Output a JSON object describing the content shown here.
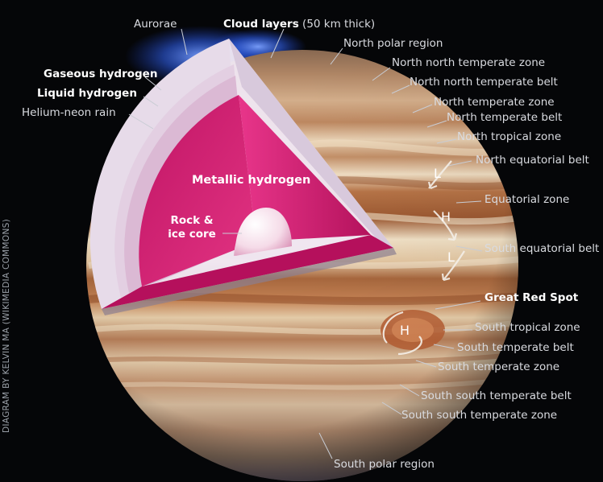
{
  "labels": {
    "aurorae": "Aurorae",
    "cloud_layers_bold": "Cloud layers",
    "cloud_layers_rest": " (50 km thick)",
    "gaseous_hydrogen": "Gaseous hydrogen",
    "liquid_hydrogen": "Liquid hydrogen",
    "helium_neon_rain": "Helium-neon rain",
    "metallic_hydrogen": "Metallic hydrogen",
    "core_line1": "Rock &",
    "core_line2": "ice core",
    "north_polar_region": "North polar region",
    "nn_temperate_zone": "North north temperate zone",
    "nn_temperate_belt": "North north temperate belt",
    "n_temperate_zone": "North temperate zone",
    "n_temperate_belt": "North temperate belt",
    "n_tropical_zone": "North tropical zone",
    "n_equatorial_belt": "North equatorial belt",
    "equatorial_zone": "Equatorial zone",
    "s_equatorial_belt": "South equatorial belt",
    "great_red_spot": "Great Red Spot",
    "s_tropical_zone": "South tropical zone",
    "s_temperate_belt": "South temperate belt",
    "s_temperate_zone": "South temperate zone",
    "ss_temperate_belt": "South south temperate belt",
    "ss_temperate_zone": "South south temperate zone",
    "south_polar_region": "South polar region"
  },
  "wind_markers": {
    "l1": "L",
    "h1": "H",
    "l2": "L",
    "h2": "H"
  },
  "credit": "DIAGRAM BY KELVIN MA (WIKIMEDIA COMMONS)",
  "colors": {
    "background": "#050608",
    "metallic_hydrogen": "#d4206e",
    "core": "#f6e6ee",
    "liquid_hydrogen": "#e8d8e6",
    "gaseous_hydrogen": "#f3ecf3",
    "aurora": "#3a6cff",
    "jupiter_band_light": "#eedcc0",
    "jupiter_band_dark": "#b86f3e"
  }
}
